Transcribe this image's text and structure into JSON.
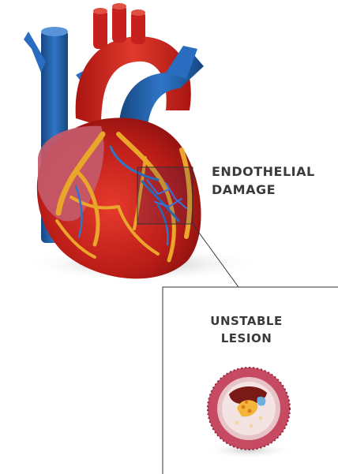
{
  "labels": {
    "endothelial_line1": "ENDOTHELIAL",
    "endothelial_line2": "DAMAGE",
    "unstable_line1": "UNSTABLE",
    "unstable_line2": "LESION"
  },
  "colors": {
    "aorta_red": "#c6211c",
    "vena_cava_blue": "#1e5fb4",
    "coronary_yellow": "#e9a62a",
    "pericardium_pink": "#c45a6a",
    "callout_stroke": "#333333",
    "label_text": "#3a3a3a"
  },
  "icons": {
    "heart": "heart-illustration",
    "artery_cross_section": "artery-cross-section-icon"
  }
}
